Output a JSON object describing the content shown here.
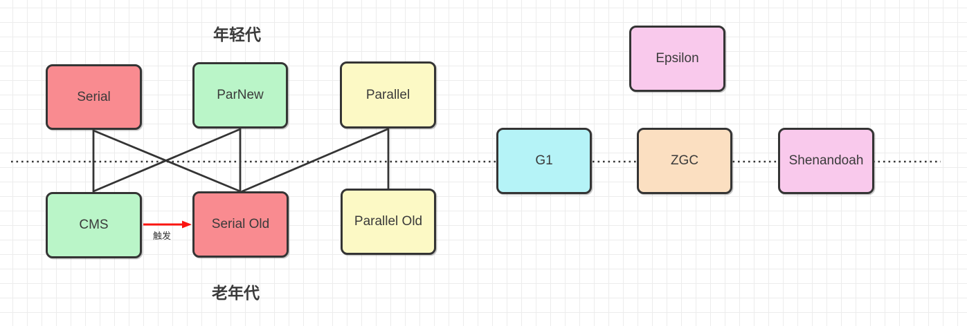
{
  "labels": {
    "young_generation": "年轻代",
    "old_generation": "老年代"
  },
  "nodes": [
    {
      "id": "serial",
      "label": "Serial",
      "fill": "#f98b90"
    },
    {
      "id": "parnew",
      "label": "ParNew",
      "fill": "#baf5c8"
    },
    {
      "id": "parallel",
      "label": "Parallel",
      "fill": "#fcf9c5"
    },
    {
      "id": "cms",
      "label": "CMS",
      "fill": "#baf5c8"
    },
    {
      "id": "serial_old",
      "label": "Serial Old",
      "fill": "#f98b90"
    },
    {
      "id": "parallel_old",
      "label": "Parallel Old",
      "fill": "#fcf9c5"
    },
    {
      "id": "g1",
      "label": "G1",
      "fill": "#b5f3f7"
    },
    {
      "id": "zgc",
      "label": "ZGC",
      "fill": "#fbdfc1"
    },
    {
      "id": "shenandoah",
      "label": "Shenandoah",
      "fill": "#f9c9ec"
    },
    {
      "id": "epsilon",
      "label": "Epsilon",
      "fill": "#f9c9ec"
    }
  ],
  "edges": [
    {
      "from": "serial",
      "to": "cms",
      "style": "plain"
    },
    {
      "from": "serial",
      "to": "serial_old",
      "style": "plain"
    },
    {
      "from": "parnew",
      "to": "cms",
      "style": "plain"
    },
    {
      "from": "parnew",
      "to": "serial_old",
      "style": "plain"
    },
    {
      "from": "parallel",
      "to": "serial_old",
      "style": "plain"
    },
    {
      "from": "parallel",
      "to": "parallel_old",
      "style": "plain"
    },
    {
      "from": "cms",
      "to": "serial_old",
      "style": "red-arrow",
      "label": "触发"
    }
  ],
  "divider": {
    "style": "dotted"
  },
  "colors": {
    "node_border": "#343434",
    "edge_line": "#343434",
    "trigger_arrow": "#fb1410",
    "label_text": "#3a3a3a",
    "grid_line": "#ececec",
    "background": "#ffffff"
  }
}
